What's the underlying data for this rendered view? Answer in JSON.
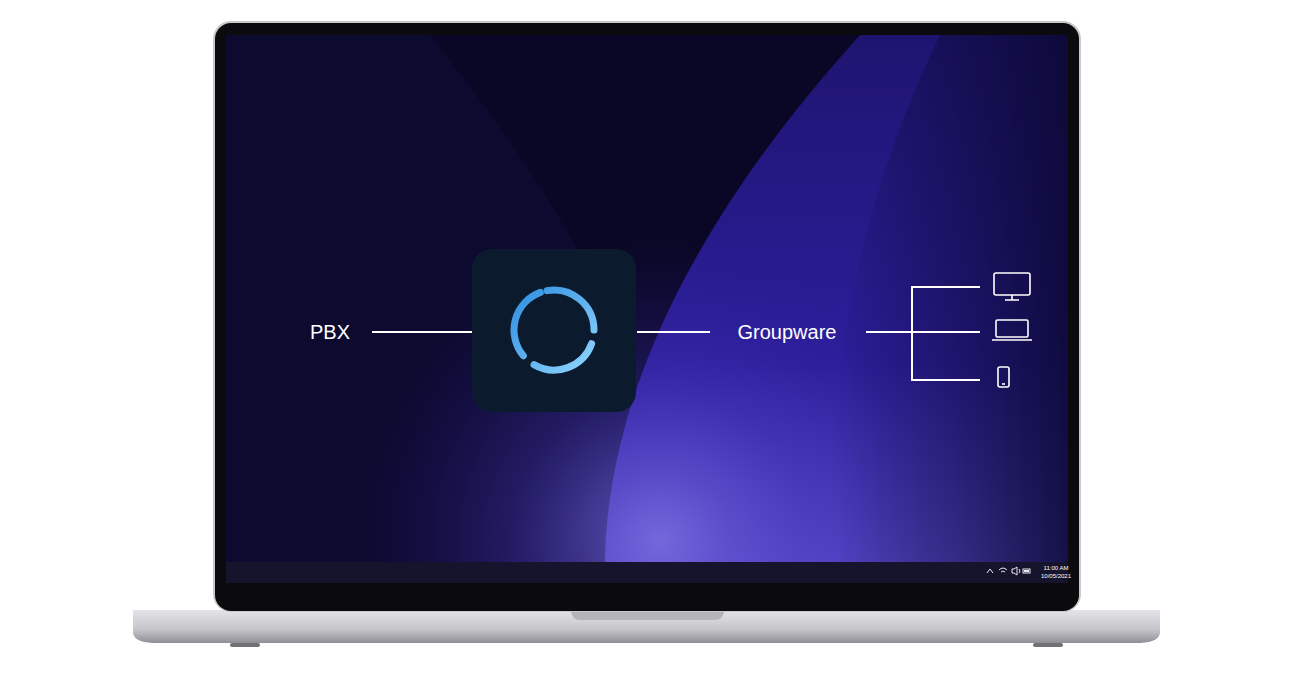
{
  "diagram": {
    "labels": [
      "PBX",
      "Groupware",
      "11:00 AM",
      "10/05/2021"
    ]
  }
}
